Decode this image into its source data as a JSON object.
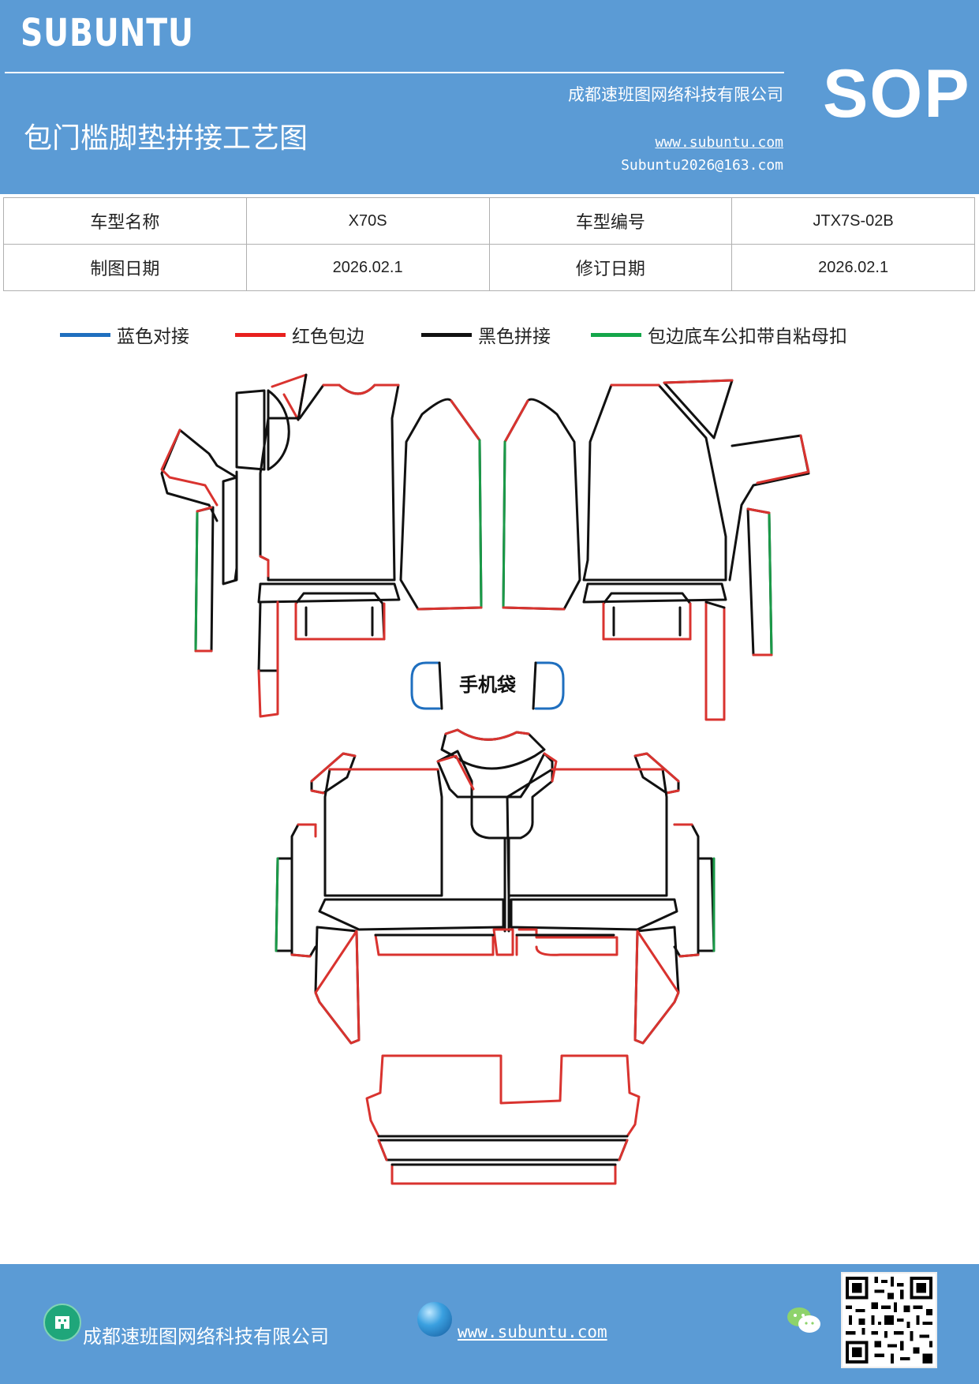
{
  "header": {
    "brand": "SUBUNTU",
    "company": "成都速班图网络科技有限公司",
    "title": "包门槛脚垫拼接工艺图",
    "url": "www.subuntu.com",
    "email": "Subuntu2026@163.com",
    "badge": "SOP"
  },
  "info": {
    "model_name_label": "车型名称",
    "model_name_value": "X70S",
    "model_code_label": "车型编号",
    "model_code_value": "JTX7S-02B",
    "draw_date_label": "制图日期",
    "draw_date_value": "2026.02.1",
    "revise_date_label": "修订日期",
    "revise_date_value": "2026.02.1"
  },
  "legend": [
    {
      "label": "蓝色对接",
      "color": "#1f6fbf"
    },
    {
      "label": "红色包边",
      "color": "#e8201e"
    },
    {
      "label": "黑色拼接",
      "color": "#111111"
    },
    {
      "label": "包边底车公扣带自粘母扣",
      "color": "#14a64a"
    }
  ],
  "diagram": {
    "phone_pocket_label": "手机袋"
  },
  "footer": {
    "company": "成都速班图网络科技有限公司",
    "url": "www.subuntu.com"
  },
  "colors": {
    "header_bg": "#5b9bd5",
    "blue": "#1f6fbf",
    "red": "#d9332f",
    "black": "#111111",
    "green": "#1a9a48"
  }
}
